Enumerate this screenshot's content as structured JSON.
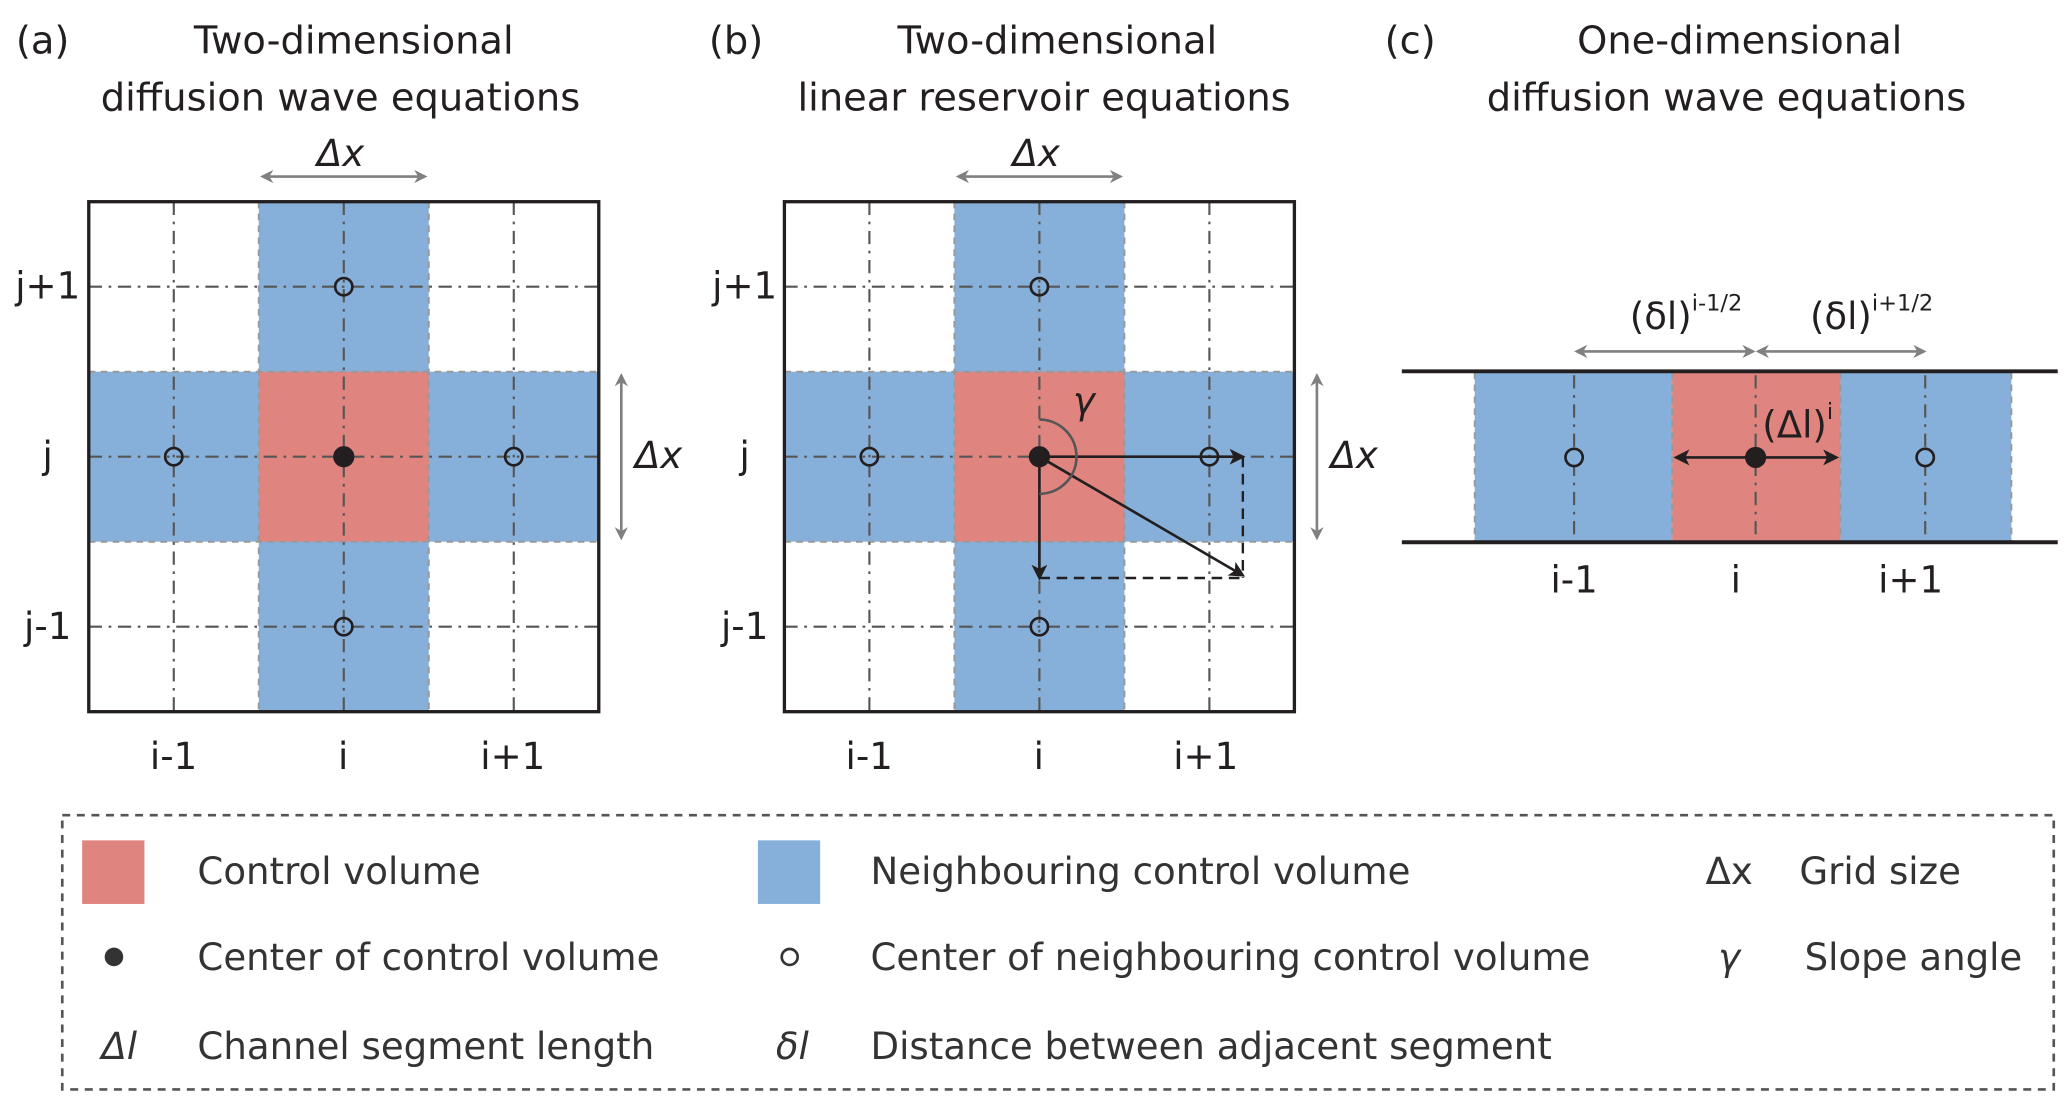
{
  "panels": {
    "a": {
      "tag": "(a)",
      "title1": "Two-dimensional",
      "title2": "diffusion wave equations",
      "dx": "Δx",
      "dx_side": "Δx"
    },
    "b": {
      "tag": "(b)",
      "title1": "Two-dimensional",
      "title2": "linear reservoir equations",
      "dx": "Δx",
      "dx_side": "Δx",
      "gamma": "γ"
    },
    "c": {
      "tag": "(c)",
      "title1": "One-dimensional",
      "title2": "diffusion wave equations",
      "dl_left": "(δl)",
      "dl_left_sup": "i-1/2",
      "dl_right": "(δl)",
      "dl_right_sup": "i+1/2",
      "DL": "(Δl)",
      "DL_sup": "i"
    }
  },
  "labels": {
    "im1": "i-1",
    "i": "i",
    "ip1": "i+1",
    "jp1": "j+1",
    "j": "j",
    "jm1": "j-1"
  },
  "legend": {
    "control_volume": "Control volume",
    "neighbour_volume": "Neighbouring control volume",
    "dx_sym": "Δx",
    "dx_text": "Grid size",
    "center": "Center of control volume",
    "neighbour_center": "Center of neighbouring control volume",
    "gamma_sym": "γ",
    "gamma_text": "Slope angle",
    "DL_sym": "Δl",
    "DL_text": "Channel segment length",
    "dl_sym": "δl",
    "dl_text": "Distance between adjacent segment"
  },
  "colors": {
    "control": "#df847e",
    "neighbour": "#86b0da",
    "line": "#231f20",
    "gray": "#808080"
  }
}
